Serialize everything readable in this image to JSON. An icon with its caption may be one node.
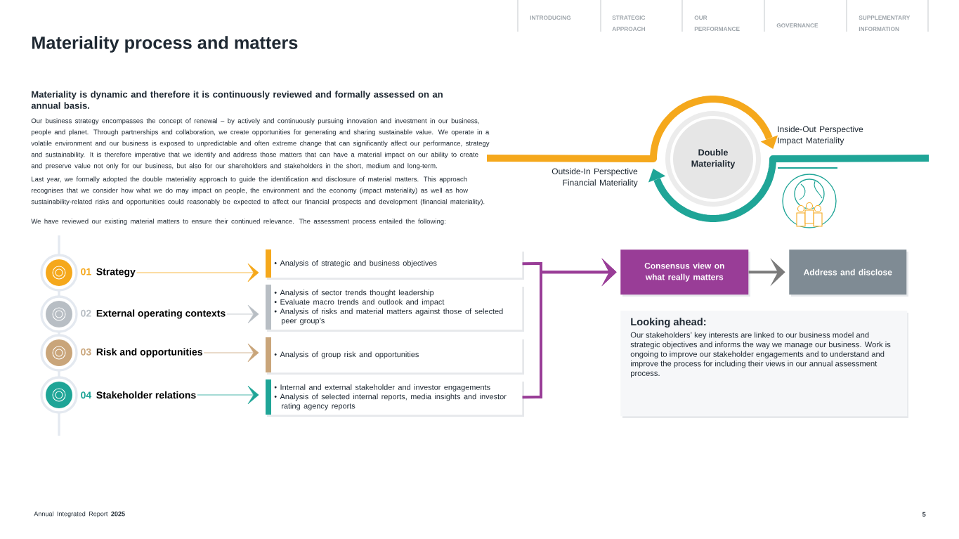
{
  "diagram": {
    "title": "Materiality process and matters",
    "nodes": [
      {
        "text": [
          "Double Materiality"
        ]
      },
      {
        "text": [
          "01",
          "Strategy"
        ]
      },
      {
        "text": [
          "02",
          "External operating contexts"
        ]
      },
      {
        "text": [
          "03",
          "Risk and opportunities"
        ]
      },
      {
        "text": [
          "04",
          "Stakeholder relations"
        ]
      },
      {
        "text": [
          "• Analysis of strategic and business objectives"
        ]
      },
      {
        "text": [
          "• Analysis of sector trends thought leadership",
          "• Evaluate macro trends and outlook and impact",
          "• Analysis of risks and material matters against those of selected peer group’s"
        ]
      },
      {
        "text": [
          "• Analysis of group risk and opportunities"
        ]
      },
      {
        "text": [
          "• Internal and external stakeholder and investor engagements",
          "• Analysis of selected internal reports, media insights and investor rating agency reports"
        ]
      },
      {
        "text": [
          "Consensus view on what really matters"
        ]
      },
      {
        "text": [
          "Address and disclose"
        ]
      },
      {
        "text": [
          "Looking ahead:",
          "Our stakeholders’ key interests are linked to our business model and strategic objectives and informs the way we manage our business. Work is ongoing to improve our stakeholder engagements and to understand and improve the process for including their views in our annual assessment process."
        ]
      }
    ],
    "edges": [
      {
        "from": 1,
        "to": 5,
        "arrow": "to",
        "color": "#f5a81c"
      },
      {
        "from": 2,
        "to": 6,
        "arrow": "to",
        "color": "#b8bec4"
      },
      {
        "from": 3,
        "to": 7,
        "arrow": "to",
        "color": "#c9a57a"
      },
      {
        "from": 4,
        "to": 8,
        "arrow": "to",
        "color": "#1fa597"
      },
      {
        "from": 5,
        "to": 9,
        "arrow": "to",
        "color": "#993d97",
        "style": "thick"
      },
      {
        "from": 8,
        "to": 9,
        "arrow": "to",
        "color": "#993d97",
        "style": "thick"
      },
      {
        "from": 9,
        "to": 10,
        "arrow": "to",
        "color": "#7b7b7b",
        "style": "thick"
      }
    ],
    "labels": [
      "INTRODUCING",
      "STRATEGIC APPROACH",
      "OUR PERFORMANCE",
      "GOVERNANCE",
      "SUPPLEMENTARY INFORMATION",
      "Materiality is dynamic and therefore it is continuously reviewed and formally assessed on an annual basis.",
      "Our business strategy encompasses the concept of renewal – by actively and continuously pursuing innovation and investment in our business, people and planet. Through partnerships and collaboration, we create opportunities for generating and sharing sustainable value. We operate in a volatile environment and our business is exposed to unpredictable and often extreme change that can significantly affect our performance, strategy and sustainability. It is therefore imperative that we identify and address those matters that can have a material impact on our ability to create and preserve value not only for our business, but also for our shareholders and stakeholders in the short, medium and long-term.",
      "Last year, we formally adopted the double materiality approach to guide the identification and disclosure of material matters. This approach recognises that we consider how what we do may impact on people, the environment and the economy (impact materiality) as well as how sustainability-related risks and opportunities could reasonably be expected to affect our financial prospects and development (financial materiality).",
      "We have reviewed our existing material matters to ensure their continued relevance. The assessment process entailed the following:",
      "Inside-Out Perspective Impact Materiality",
      "Outside-In Perspective Financial Materiality",
      "Annual Integrated Report **2025**",
      "5"
    ]
  }
}
